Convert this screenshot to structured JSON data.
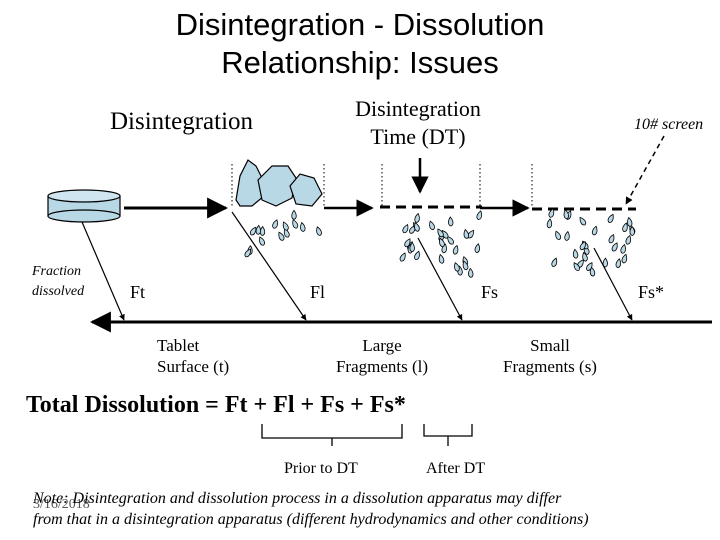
{
  "title_line1": "Disintegration - Dissolution",
  "title_line2": "Relationship: Issues",
  "label_disintegration": "Disintegration",
  "label_dt_line1": "Disintegration",
  "label_dt_line2": "Time (DT)",
  "label_screen": "10# screen",
  "label_fraction_line1": "Fraction",
  "label_fraction_line2": "dissolved",
  "label_ft": "Ft",
  "label_fl": "Fl",
  "label_fs": "Fs",
  "label_fs_star": "Fs*",
  "label_tablet_line1": "Tablet",
  "label_tablet_line2": "Surface (t)",
  "label_large_line1": "Large",
  "label_large_line2": "Fragments (l)",
  "label_small_line1": "Small",
  "label_small_line2": "Fragments (s)",
  "equation": "Total Dissolution = Ft + Fl + Fs + Fs*",
  "label_prior": "Prior to DT",
  "label_after": "After DT",
  "note_line1": "Note: Disintegration and dissolution process in a dissolution apparatus may differ",
  "note_line2": "from that in a disintegration apparatus (different hydrodynamics and other conditions)",
  "date": "3/16/2018",
  "colors": {
    "tablet_fill": "#b9d8e6",
    "fragment_fill": "#b9d8e6",
    "ink": "#000000"
  }
}
